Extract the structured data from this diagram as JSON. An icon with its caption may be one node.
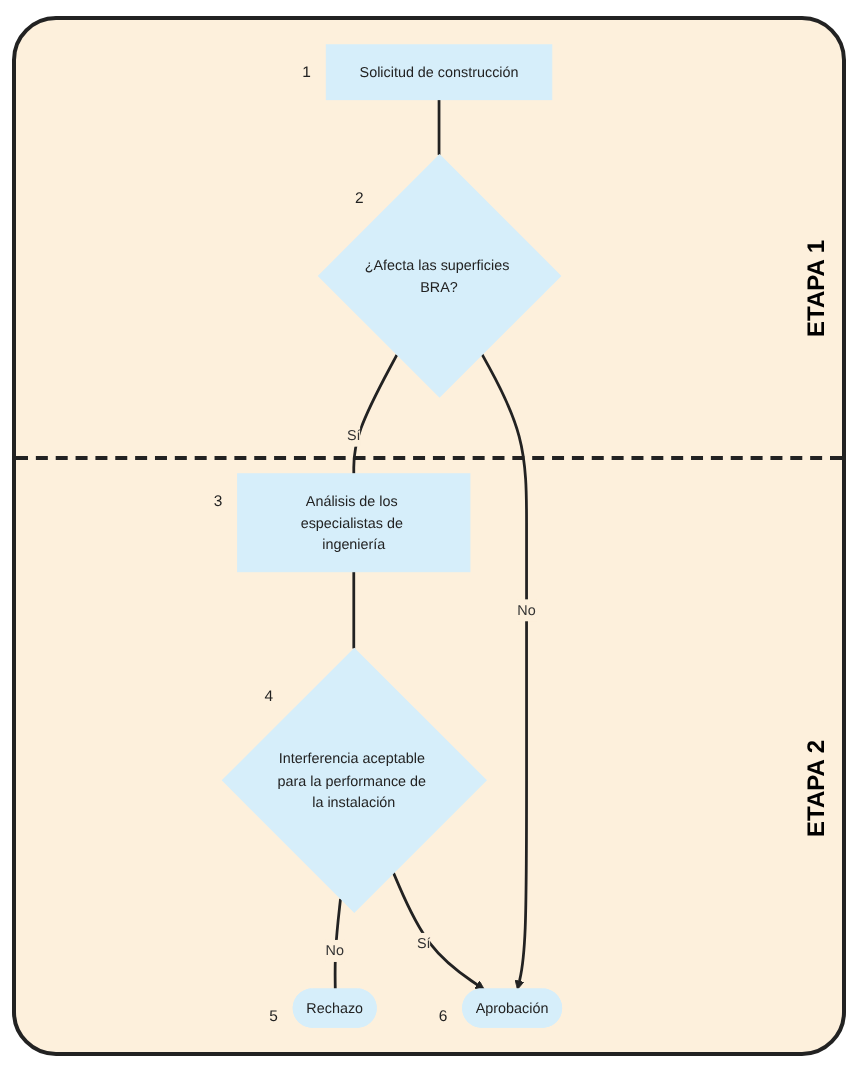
{
  "diagram": {
    "nodes": [
      {
        "text": [
          "Solicitud de construcción"
        ],
        "beside": [
          "1"
        ]
      },
      {
        "text": [
          "¿Afecta las superficies BRA?"
        ],
        "beside": [
          "2"
        ]
      },
      {
        "text": [
          "Análisis de los especialistas de ingeniería"
        ],
        "beside": [
          "3"
        ]
      },
      {
        "text": [
          "Interferencia aceptable para la performance de la instalación"
        ],
        "beside": [
          "4"
        ]
      },
      {
        "text": [
          "Rechazo"
        ],
        "beside": [
          "5"
        ]
      },
      {
        "text": [
          "Aprobación"
        ],
        "beside": [
          "6"
        ]
      }
    ],
    "edges": [
      {
        "from": 0,
        "to": 1,
        "arrow": "none"
      },
      {
        "from": 1,
        "to": 2,
        "arrow": "none",
        "label": "Sí"
      },
      {
        "from": 1,
        "to": 5,
        "arrow": "to",
        "label": "No"
      },
      {
        "from": 2,
        "to": 3,
        "arrow": "none"
      },
      {
        "from": 3,
        "to": 4,
        "arrow": "none",
        "label": "No"
      },
      {
        "from": 3,
        "to": 5,
        "arrow": "to",
        "label": "Sí"
      }
    ],
    "labels": [
      "ETAPA 1",
      "ETAPA 2"
    ]
  }
}
